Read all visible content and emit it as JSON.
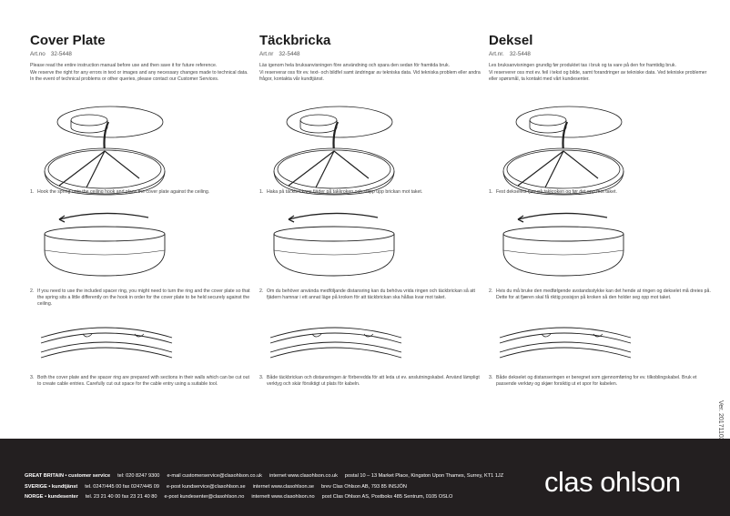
{
  "columns": [
    {
      "title": "Cover Plate",
      "art_label": "Art.no",
      "art_no": "32-5448",
      "intro": [
        "Please read the entire instruction manual before use and then save it for future reference.",
        "We reserve the right for any errors in text or images and any necessary changes made to technical data. In the event of technical problems or other queries, please contact our Customer Services."
      ],
      "steps": [
        {
          "n": "1.",
          "text": "Hook the spring onto the ceiling hook and place the cover plate against the ceiling."
        },
        {
          "n": "2.",
          "text": "If you need to use the included spacer ring, you might need to turn the ring and the cover plate so that the spring sits a little differently on the hook in order for the cover plate to be held securely against the ceiling."
        },
        {
          "n": "3.",
          "text": "Both the cover plate and the spacer ring are prepared with sections in their walls which can be cut out to create cable entries. Carefully cut out space for the cable entry using a suitable tool."
        }
      ]
    },
    {
      "title": "Täckbricka",
      "art_label": "Art.nr",
      "art_no": "32-5448",
      "intro": [
        "Läs igenom hela bruksanvisningen före användning och spara den sedan för framtida bruk.",
        "Vi reserverar oss för ev. text- och bildfel samt ändringar av tekniska data. Vid tekniska problem eller andra frågor, kontakta vår kundtjänst."
      ],
      "steps": [
        {
          "n": "1.",
          "text": "Haka på täckbrickans fjäder på takkroken och släpp upp brickan mot taket."
        },
        {
          "n": "2.",
          "text": "Om du behöver använda medföljande distansring kan du behöva vrida ringen och täckbrickan så att fjädern hamnar i ett annat läge på kroken för att täckbrickan ska hållas kvar mot taket."
        },
        {
          "n": "3.",
          "text": "Både täckbrickan och distansringen är förberedda för att leda ut ev. anslutningskabel. Använd lämpligt verktyg och skär försiktigt ut plats för kabeln."
        }
      ]
    },
    {
      "title": "Deksel",
      "art_label": "Art.nr.",
      "art_no": "32-5448",
      "intro": [
        "Les bruksanvisningen grundig før produktet tas i bruk og ta vare på den for framtidig bruk.",
        "Vi reserverer oss mot ev. feil i tekst og bilde, samt forandringer av tekniske data. Ved tekniske problemer eller spørsmål, ta kontakt med vårt kundesenter."
      ],
      "steps": [
        {
          "n": "1.",
          "text": "Fest dekselets fjær på takkroken og før det opp mot taket."
        },
        {
          "n": "2.",
          "text": "Hvis du må bruke den medfølgende avstandsstykke kan det hende at ringen og dekselet må dreies på. Dette for at fjæren skal få riktig posisjon på kroken så den holder seg opp mot taket."
        },
        {
          "n": "3.",
          "text": "Både dekselet og distanseringen er beregnet som gjennomføring for ev. tilkoblingskabel. Bruk et passende verktøy og skjær forsiktig ut et spor for kabelen."
        }
      ]
    }
  ],
  "version": "Ver. 20171103",
  "footer": {
    "lines": [
      {
        "country": "GREAT BRITAIN • customer service",
        "tel": "tel: 020 8247 9300",
        "email": "e-mail customerservice@clasohlson.co.uk",
        "web": "internet www.clasohlson.co.uk",
        "post": "postal 10 – 13 Market Place, Kingston Upon Thames, Surrey, KT1 1JZ"
      },
      {
        "country": "SVERIGE • kundtjänst",
        "tel": "tel. 0247/445 00  fax 0247/445 09",
        "email": "e-post kundservice@clasohlson.se",
        "web": "internet www.clasohlson.se",
        "post": "brev Clas Ohlson AB, 793 85 INSJÖN"
      },
      {
        "country": "NORGE • kundesenter",
        "tel": "tel. 23 21 40 00  fax 23 21 40 80",
        "email": "e-post kundesenter@clasohlson.no",
        "web": "internett www.clasohlson.no",
        "post": "post Clas Ohlson AS, Postboks 485 Sentrum, 0105 OSLO"
      }
    ],
    "logo": "clas ohlson"
  },
  "colors": {
    "footer_bg": "#231f20",
    "text": "#222222"
  }
}
